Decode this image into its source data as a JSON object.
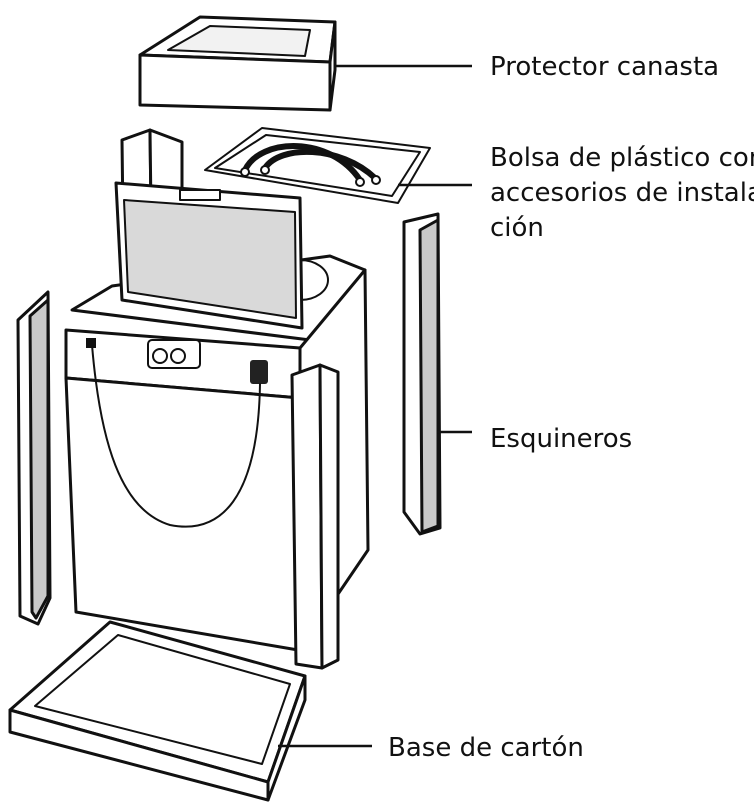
{
  "labels": {
    "basket_protector": "Protector canasta",
    "plastic_bag_line1": "Bolsa de plástico con",
    "plastic_bag_line2": "accesorios de instala-",
    "plastic_bag_line3": "ción",
    "corner_protectors": "Esquineros",
    "cardboard_base": "Base de cartón"
  }
}
